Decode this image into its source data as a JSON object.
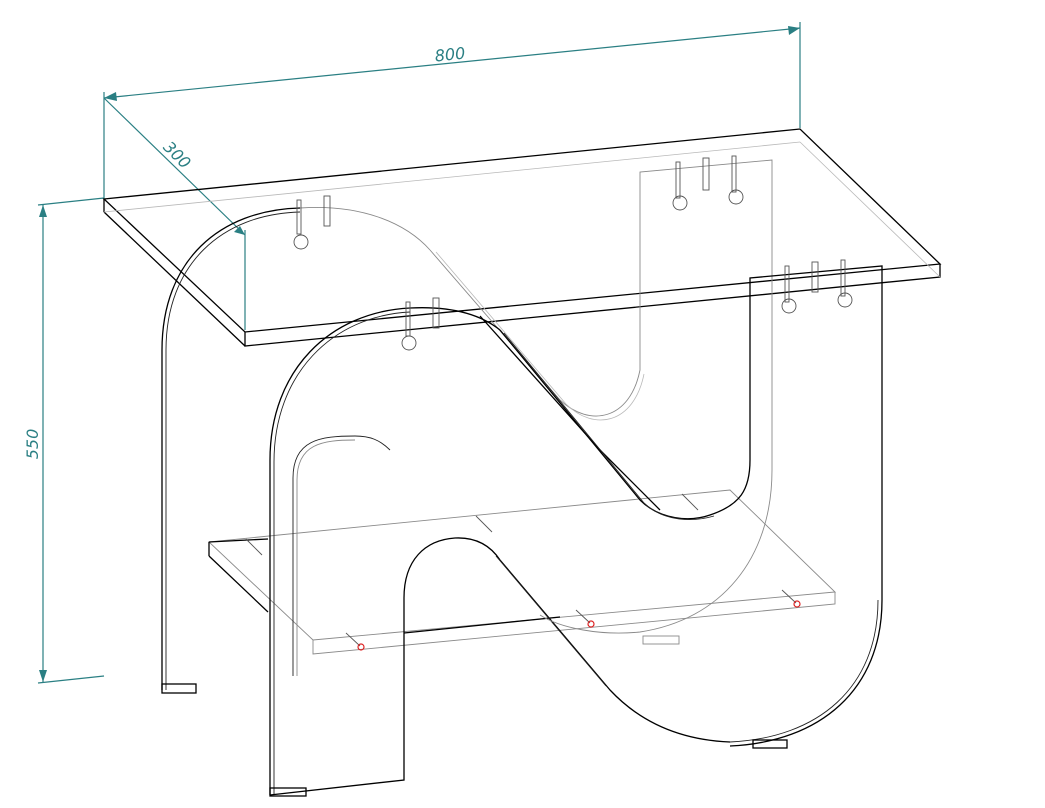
{
  "drawing": {
    "dimensions": {
      "width": "800",
      "depth": "300",
      "height": "550"
    },
    "colors": {
      "dimension": "#2a7f83",
      "edge": "#000000",
      "hidden_edge": "#8a8a8a",
      "marked_hole": "#d22222"
    }
  }
}
